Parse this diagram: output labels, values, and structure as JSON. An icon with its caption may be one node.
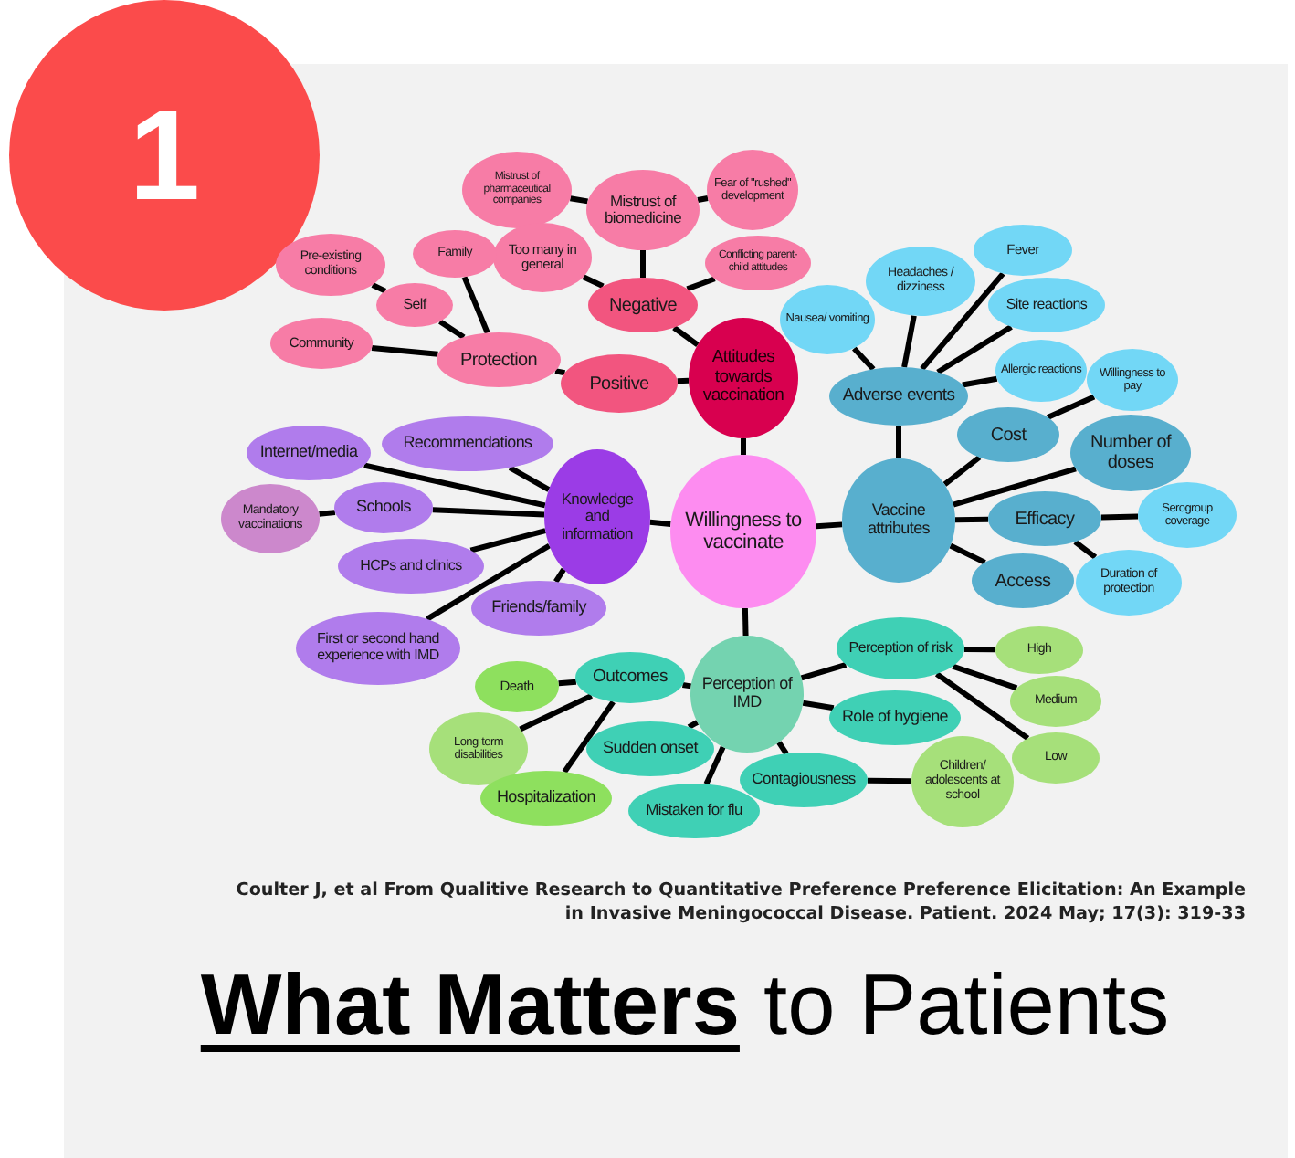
{
  "diagram": {
    "title": "**What Matters** to Patients",
    "caption": "Coulter J, et al From Qualitive Research to Quantitative Preference Preference Elicitation: An Example in Invasive Meningococcal Disease. Patient. 2024 May; 17(3): 319-33",
    "nodes": [
      {
        "text": [
          "1"
        ]
      },
      {
        "text": [
          "Willingness to vaccinate"
        ]
      },
      {
        "text": [
          "Attitudes towards vaccination"
        ]
      },
      {
        "text": [
          "Negative"
        ]
      },
      {
        "text": [
          "Positive"
        ]
      },
      {
        "text": [
          "Mistrust of biomedicine"
        ]
      },
      {
        "text": [
          "Mistrust of pharmaceutical companies"
        ]
      },
      {
        "text": [
          "Fear of \"rushed\" development"
        ]
      },
      {
        "text": [
          "Too many in general"
        ]
      },
      {
        "text": [
          "Conflicting parent-child attitudes"
        ]
      },
      {
        "text": [
          "Protection"
        ]
      },
      {
        "text": [
          "Self"
        ]
      },
      {
        "text": [
          "Family"
        ]
      },
      {
        "text": [
          "Pre-existing conditions"
        ]
      },
      {
        "text": [
          "Community"
        ]
      },
      {
        "text": [
          "Knowledge and information"
        ]
      },
      {
        "text": [
          "Recommendations"
        ]
      },
      {
        "text": [
          "Internet/media"
        ]
      },
      {
        "text": [
          "Schools"
        ]
      },
      {
        "text": [
          "Mandatory vaccinations"
        ]
      },
      {
        "text": [
          "HCPs and clinics"
        ]
      },
      {
        "text": [
          "Friends/family"
        ]
      },
      {
        "text": [
          "First or second hand experience with IMD"
        ]
      },
      {
        "text": [
          "Adverse events"
        ]
      },
      {
        "text": [
          "Nausea/ vomiting"
        ]
      },
      {
        "text": [
          "Headaches / dizziness"
        ]
      },
      {
        "text": [
          "Fever"
        ]
      },
      {
        "text": [
          "Site reactions"
        ]
      },
      {
        "text": [
          "Allergic reactions"
        ]
      },
      {
        "text": [
          "Vaccine attributes"
        ]
      },
      {
        "text": [
          "Cost"
        ]
      },
      {
        "text": [
          "Willingness to pay"
        ]
      },
      {
        "text": [
          "Number of doses"
        ]
      },
      {
        "text": [
          "Efficacy"
        ]
      },
      {
        "text": [
          "Serogroup coverage"
        ]
      },
      {
        "text": [
          "Duration of protection"
        ]
      },
      {
        "text": [
          "Access"
        ]
      },
      {
        "text": [
          "Perception of IMD"
        ]
      },
      {
        "text": [
          "Outcomes"
        ]
      },
      {
        "text": [
          "Death"
        ]
      },
      {
        "text": [
          "Long-term disabilities"
        ]
      },
      {
        "text": [
          "Hospitalization"
        ]
      },
      {
        "text": [
          "Sudden onset"
        ]
      },
      {
        "text": [
          "Mistaken for flu"
        ]
      },
      {
        "text": [
          "Contagiousness"
        ]
      },
      {
        "text": [
          "Role of hygiene"
        ]
      },
      {
        "text": [
          "Perception of risk"
        ]
      },
      {
        "text": [
          "High"
        ]
      },
      {
        "text": [
          "Medium"
        ]
      },
      {
        "text": [
          "Low"
        ]
      },
      {
        "text": [
          "Children/ adolescents at school"
        ]
      }
    ],
    "edges": [
      {
        "from": 1,
        "to": 2,
        "arrow": "none"
      },
      {
        "from": 2,
        "to": 3,
        "arrow": "none"
      },
      {
        "from": 2,
        "to": 4,
        "arrow": "none"
      },
      {
        "from": 3,
        "to": 5,
        "arrow": "none"
      },
      {
        "from": 3,
        "to": 8,
        "arrow": "none"
      },
      {
        "from": 3,
        "to": 9,
        "arrow": "none"
      },
      {
        "from": 5,
        "to": 6,
        "arrow": "none"
      },
      {
        "from": 5,
        "to": 7,
        "arrow": "none"
      },
      {
        "from": 4,
        "to": 10,
        "arrow": "none"
      },
      {
        "from": 10,
        "to": 11,
        "arrow": "none"
      },
      {
        "from": 10,
        "to": 12,
        "arrow": "none"
      },
      {
        "from": 10,
        "to": 14,
        "arrow": "none"
      },
      {
        "from": 11,
        "to": 13,
        "arrow": "none"
      },
      {
        "from": 1,
        "to": 15,
        "arrow": "none"
      },
      {
        "from": 15,
        "to": 16,
        "arrow": "none"
      },
      {
        "from": 15,
        "to": 17,
        "arrow": "none"
      },
      {
        "from": 15,
        "to": 18,
        "arrow": "none"
      },
      {
        "from": 15,
        "to": 20,
        "arrow": "none"
      },
      {
        "from": 15,
        "to": 21,
        "arrow": "none"
      },
      {
        "from": 15,
        "to": 22,
        "arrow": "none"
      },
      {
        "from": 18,
        "to": 19,
        "arrow": "none"
      },
      {
        "from": 1,
        "to": 29,
        "arrow": "none"
      },
      {
        "from": 29,
        "to": 23,
        "arrow": "none"
      },
      {
        "from": 23,
        "to": 24,
        "arrow": "none"
      },
      {
        "from": 23,
        "to": 25,
        "arrow": "none"
      },
      {
        "from": 23,
        "to": 26,
        "arrow": "none"
      },
      {
        "from": 23,
        "to": 27,
        "arrow": "none"
      },
      {
        "from": 23,
        "to": 28,
        "arrow": "none"
      },
      {
        "from": 29,
        "to": 30,
        "arrow": "none"
      },
      {
        "from": 30,
        "to": 31,
        "arrow": "none"
      },
      {
        "from": 29,
        "to": 32,
        "arrow": "none"
      },
      {
        "from": 29,
        "to": 33,
        "arrow": "none"
      },
      {
        "from": 33,
        "to": 34,
        "arrow": "none"
      },
      {
        "from": 33,
        "to": 35,
        "arrow": "none"
      },
      {
        "from": 29,
        "to": 36,
        "arrow": "none"
      },
      {
        "from": 1,
        "to": 37,
        "arrow": "none"
      },
      {
        "from": 37,
        "to": 38,
        "arrow": "none"
      },
      {
        "from": 38,
        "to": 39,
        "arrow": "none"
      },
      {
        "from": 38,
        "to": 40,
        "arrow": "none"
      },
      {
        "from": 38,
        "to": 41,
        "arrow": "none"
      },
      {
        "from": 37,
        "to": 42,
        "arrow": "none"
      },
      {
        "from": 37,
        "to": 43,
        "arrow": "none"
      },
      {
        "from": 37,
        "to": 44,
        "arrow": "none"
      },
      {
        "from": 37,
        "to": 45,
        "arrow": "none"
      },
      {
        "from": 37,
        "to": 46,
        "arrow": "none"
      },
      {
        "from": 46,
        "to": 47,
        "arrow": "none"
      },
      {
        "from": 46,
        "to": 48,
        "arrow": "none"
      },
      {
        "from": 46,
        "to": 49,
        "arrow": "none"
      },
      {
        "from": 44,
        "to": 50,
        "arrow": "none"
      }
    ]
  }
}
